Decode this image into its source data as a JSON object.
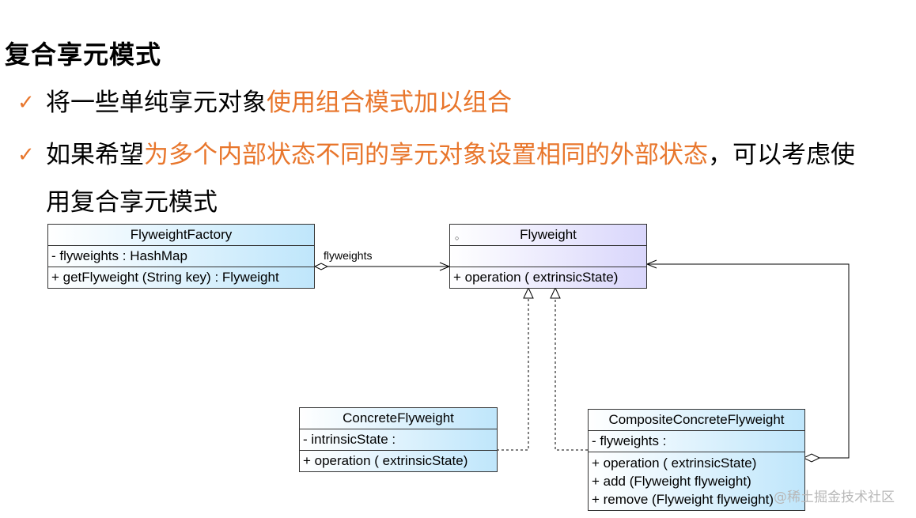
{
  "title": "复合享元模式",
  "bullets": [
    {
      "check": "✓",
      "plain1": "将一些单纯享元对象",
      "hl": "使用组合模式加以组合",
      "plain2": ""
    },
    {
      "check": "✓",
      "plain1": "如果希望",
      "hl": "为多个内部状态不同的享元对象设置相同的外部状态",
      "plain2": "，可以考虑使"
    },
    {
      "cont": "用复合享元模式"
    }
  ],
  "diagram": {
    "factory": {
      "name": "FlyweightFactory",
      "attr": "-  flyweights  : HashMap",
      "op": "+  getFlyweight (String key)  : Flyweight"
    },
    "flyweight": {
      "name": "Flyweight",
      "attr": "",
      "op": "+  operation ( extrinsicState)"
    },
    "concrete": {
      "name": "ConcreteFlyweight",
      "attr": "-  intrinsicState  :",
      "op": "+  operation ( extrinsicState)"
    },
    "composite": {
      "name": "CompositeConcreteFlyweight",
      "attr": "-  flyweights  :",
      "ops": [
        "+  operation  ( extrinsicState)",
        "+  add (Flyweight flyweight)",
        "+  remove (Flyweight flyweight)"
      ]
    },
    "assoc_label": "flyweights"
  },
  "watermark": "@稀土掘金技术社区"
}
